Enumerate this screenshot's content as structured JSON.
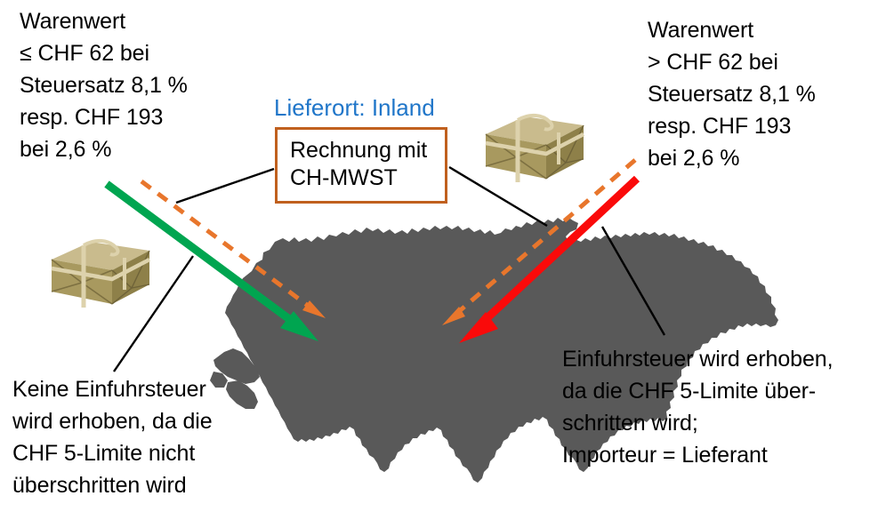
{
  "diagram": {
    "title_label": "Lieferort: Inland",
    "center_box": {
      "line1": "Rechnung mit",
      "line2": "CH-MWST",
      "border_color": "#c0601e"
    },
    "accent_colors": {
      "heading_blue": "#2076c9",
      "box_orange": "#c0601e",
      "arrow_green": "#00a550",
      "arrow_red": "#fa0a0a",
      "arrow_dashed_orange": "#e8762c",
      "map_gray": "#595959",
      "connector_black": "#000000"
    },
    "text_blocks": {
      "top_left": "Warenwert\n≤ CHF 62 bei\nSteuersatz 8,1 %\nresp. CHF 193\nbei 2,6 %",
      "top_right": "Warenwert\n> CHF 62 bei\nSteuersatz 8,1 %\nresp. CHF 193\nbei 2,6 %",
      "bottom_left": "Keine Einfuhrsteuer\nwird erhoben, da die\nCHF 5-Limite nicht\nüberschritten wird",
      "bottom_right": "Einfuhrsteuer wird erhoben,\nda die CHF 5-Limite über-\nschritten wird;\nImporteur = Lieferant"
    },
    "icons": {
      "map": "switzerland-map",
      "parcel_left": "parcel-package-icon",
      "parcel_right": "parcel-package-icon",
      "arrow_green": "green-arrow-inbound",
      "arrow_red": "red-arrow-inbound",
      "arrow_dashed_left": "orange-dashed-arrow",
      "arrow_dashed_right": "orange-dashed-arrow"
    }
  }
}
